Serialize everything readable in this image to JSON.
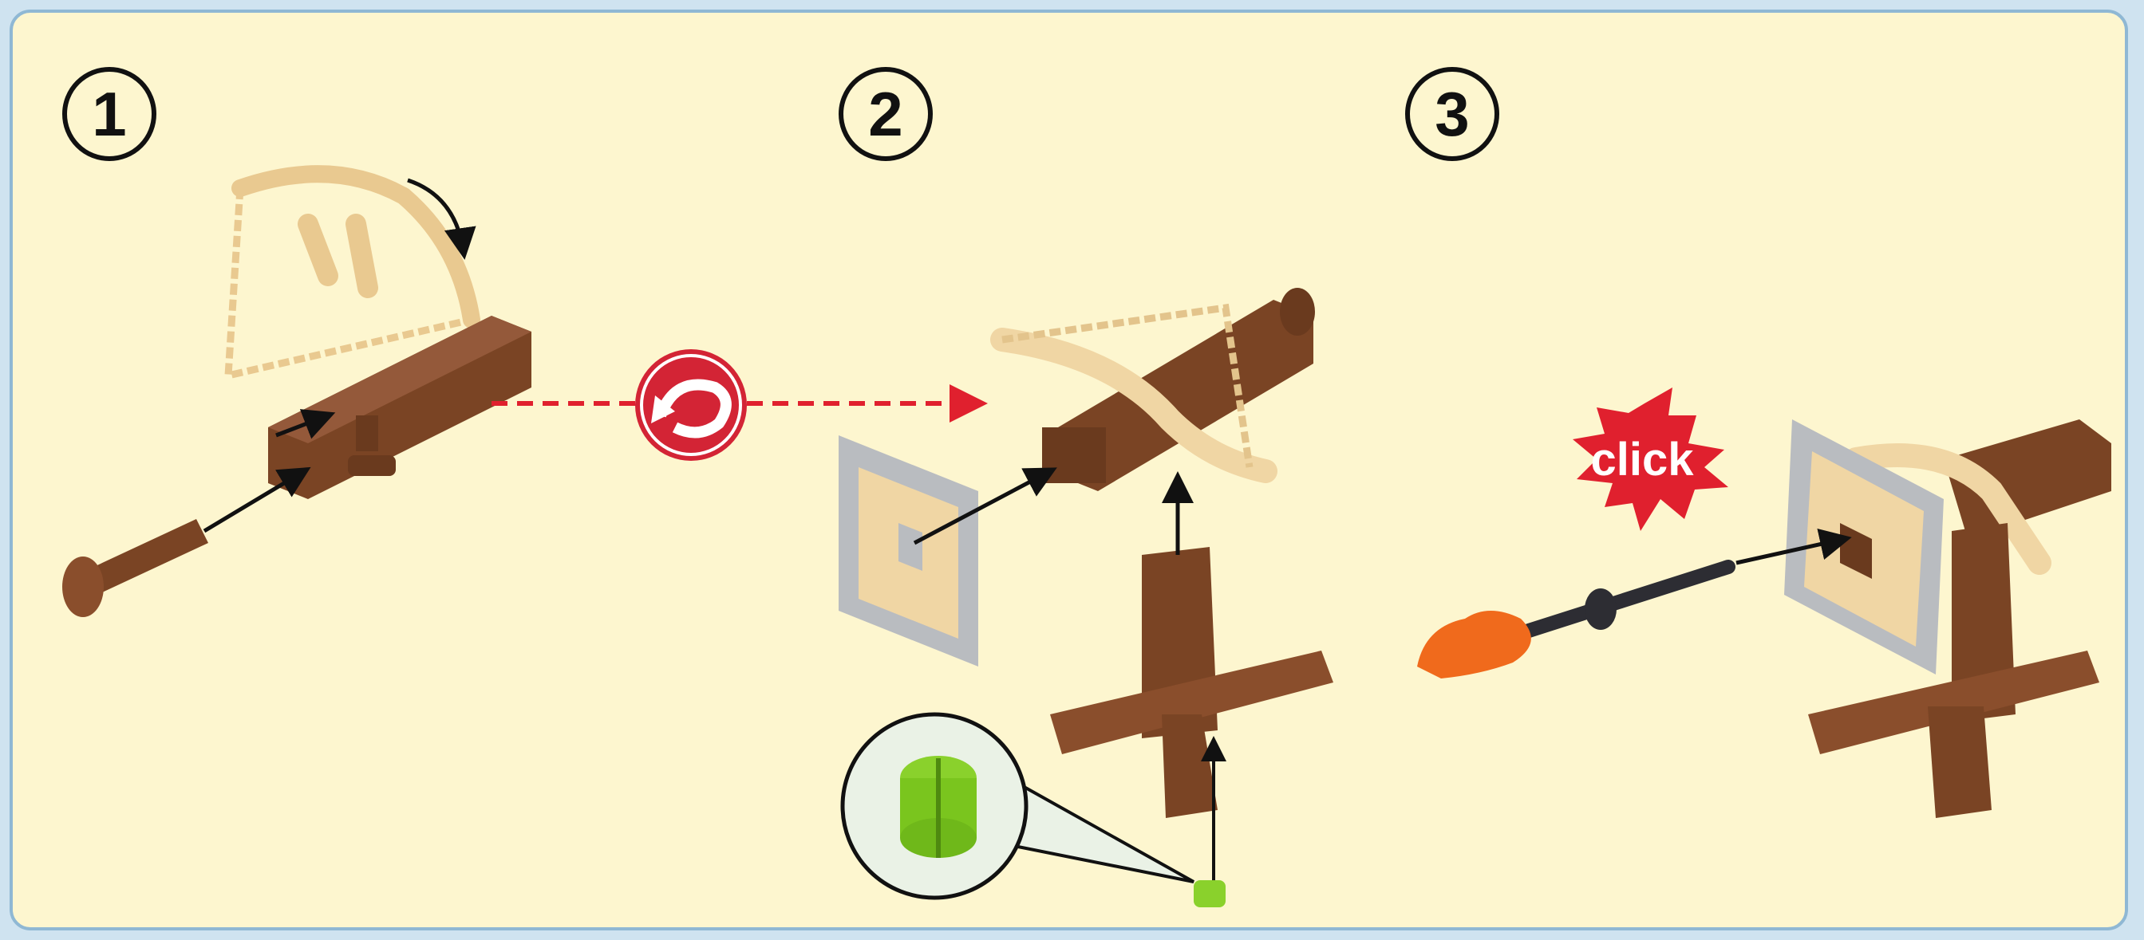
{
  "steps": [
    {
      "number": "1"
    },
    {
      "number": "2"
    },
    {
      "number": "3"
    }
  ],
  "callout": {
    "text": "click"
  },
  "colors": {
    "panel_background": "#fdf6cf",
    "frame_border": "#8fb8d4",
    "wood_brown": "#7a4424",
    "bow_tan": "#f0d6a4",
    "metal_grey": "#b9bcc0",
    "connector_green": "#8ad12c",
    "rotate_red": "#d32435",
    "guide_dash_red": "#e0202e",
    "flame_orange": "#f06a1c"
  },
  "icons": [
    "rotate-icon",
    "arrow-icon",
    "starburst-icon"
  ]
}
